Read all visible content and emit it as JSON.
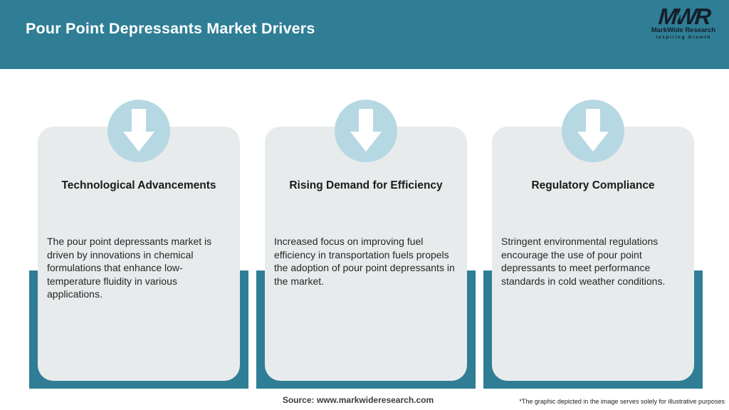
{
  "header": {
    "title": "Pour Point Depressants Market Drivers",
    "logo": {
      "acronym": "MWR",
      "name": "MarkWide Research",
      "tagline": "Inspiring Growth"
    }
  },
  "cards": [
    {
      "icon": "arrow-down-icon",
      "title": "Technological Advancements",
      "description": "The pour point depressants market is driven by innovations in chemical formulations that enhance low-temperature fluidity in various applications."
    },
    {
      "icon": "arrow-down-icon",
      "title": "Rising Demand for Efficiency",
      "description": "Increased focus on improving fuel efficiency in transportation fuels propels the adoption of pour point depressants in the market."
    },
    {
      "icon": "arrow-down-icon",
      "title": "Regulatory Compliance",
      "description": "Stringent environmental regulations encourage the use of pour point depressants to meet performance standards in cold weather conditions."
    }
  ],
  "footer": {
    "source": "Source: www.markwideresearch.com",
    "disclaimer": "*The graphic depicted in the image serves solely for illustrative purposes"
  },
  "colors": {
    "header_teal": "#2f7e95",
    "band_teal": "#2f7e95",
    "circle_blue": "#b6d8e3",
    "card_gray": "#e8ebec",
    "logo_dark": "#151e2a",
    "arrow_white": "#ffffff"
  }
}
